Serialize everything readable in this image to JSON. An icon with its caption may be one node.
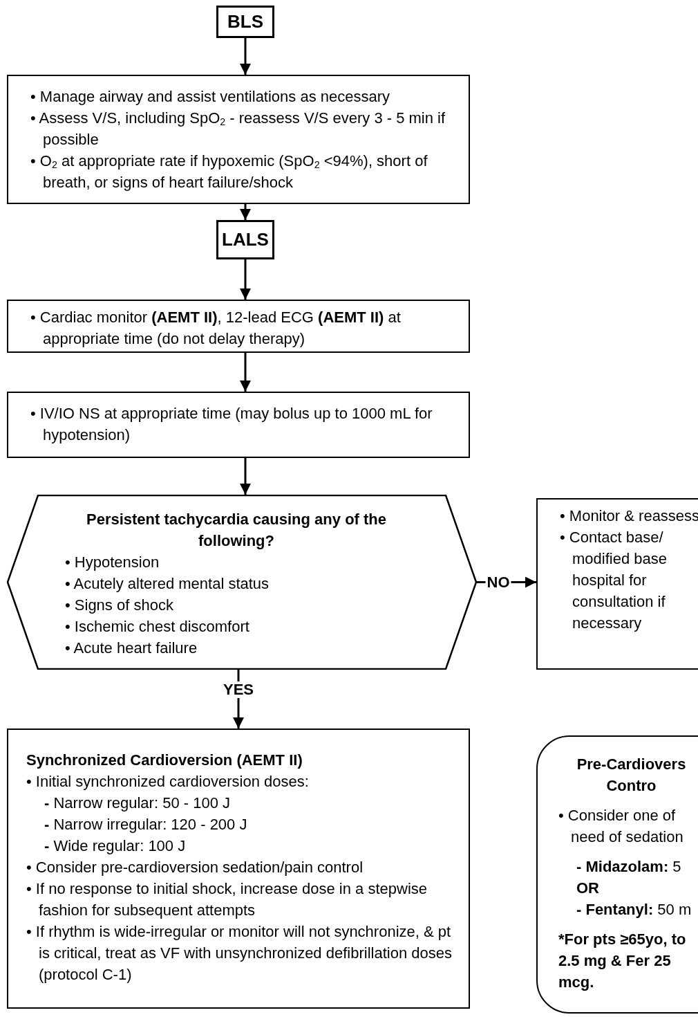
{
  "diagram": {
    "nodes": [
      {
        "text": [
          "BLS"
        ]
      },
      {
        "text": [
          "• Manage airway and assist ventilations as necessary",
          "• Assess V/S, including SpO$_{2}$ - reassess V/S every 3 - 5 min if possible",
          "• O$_{2}$ at appropriate rate if hypoxemic (SpO$_{2}$ <94%), short of breath, or signs of heart failure/shock"
        ]
      },
      {
        "text": [
          "LALS"
        ]
      },
      {
        "text": [
          "• Cardiac monitor **(AEMT II)**, 12-lead ECG **(AEMT II)** at appropriate time (do not delay therapy)"
        ]
      },
      {
        "text": [
          "• IV/IO NS at appropriate time (may bolus up to 1000 mL for hypotension)"
        ]
      },
      {
        "text": [
          "Persistent tachycardia causing any of the following?",
          "• Hypotension",
          "• Acutely altered mental status",
          "• Signs of shock",
          "• Ischemic chest discomfort",
          "• Acute heart failure"
        ]
      },
      {
        "text": [
          "• Monitor & reassess",
          "• Contact base/ modified base hospital for consultation if necessary"
        ]
      },
      {
        "text": [
          "Synchronized Cardioversion (AEMT II)",
          "• Initial synchronized cardioversion doses:",
          "**-** Narrow regular: 50 - 100 J",
          "**-** Narrow irregular: 120 - 200 J",
          "**-** Wide regular: 100 J",
          "• Consider pre-cardioversion sedation/pain control",
          "• If no response to initial shock, increase dose in a stepwise fashion for subsequent attempts",
          "• If rhythm is wide-irregular or monitor will not synchronize, & pt is critical, treat as VF with unsynchronized defibrillation doses (protocol C-1)"
        ]
      },
      {
        "text": [
          "Pre-Cardiovers Contro",
          "• Consider one of need of sedation",
          "**- Midazolam:** 5",
          "OR",
          "**- Fentanyl:** 50 m",
          "*For pts ≥65yo, to 2.5 mg & Fer 25 mcg."
        ]
      }
    ],
    "edges": [
      {
        "from": 0,
        "to": 1,
        "arrow": "to"
      },
      {
        "from": 1,
        "to": 2,
        "arrow": "to"
      },
      {
        "from": 2,
        "to": 3,
        "arrow": "to"
      },
      {
        "from": 3,
        "to": 4,
        "arrow": "to"
      },
      {
        "from": 4,
        "to": 5,
        "arrow": "to"
      },
      {
        "from": 5,
        "to": 6,
        "label": "NO",
        "arrow": "to"
      },
      {
        "from": 5,
        "to": 7,
        "label": "YES",
        "arrow": "to"
      }
    ]
  }
}
